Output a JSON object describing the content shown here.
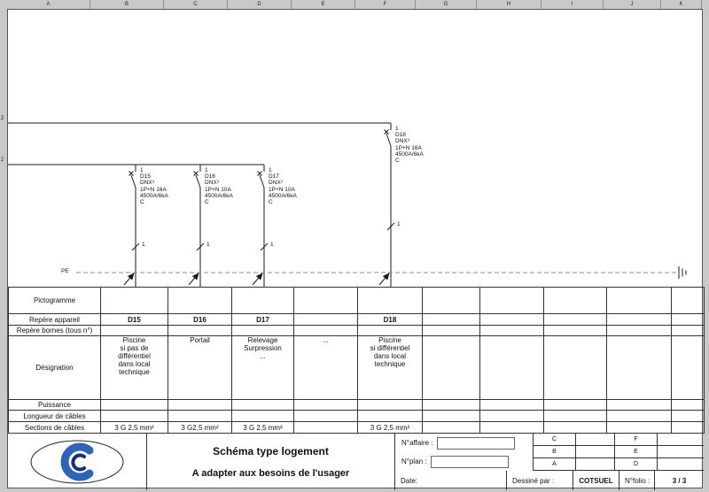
{
  "ruler": {
    "columns": [
      "A",
      "B",
      "C",
      "D",
      "E",
      "F",
      "G",
      "H",
      "I",
      "J",
      "K"
    ]
  },
  "margin": {
    "bus_labels": [
      "2",
      "2"
    ]
  },
  "schematic": {
    "pe_label": "PE",
    "breakers": [
      {
        "pole": "1",
        "id": "D15",
        "model": "DNX³",
        "rating": "1P+N 16A",
        "breaking": "4500A/6kA",
        "curve": "C",
        "wire_mark": "1"
      },
      {
        "pole": "1",
        "id": "D16",
        "model": "DNX³",
        "rating": "1P+N 10A",
        "breaking": "4500A/6kA",
        "curve": "C",
        "wire_mark": "1"
      },
      {
        "pole": "1",
        "id": "D17",
        "model": "DNX³",
        "rating": "1P+N 10A",
        "breaking": "4500A/6kA",
        "curve": "C",
        "wire_mark": "1"
      },
      {
        "pole": "1",
        "id": "D18",
        "model": "DNX³",
        "rating": "1P+N 16A",
        "breaking": "4500A/6kA",
        "curve": "C",
        "wire_mark": "1"
      }
    ]
  },
  "table": {
    "row_labels": [
      "Pictogramme",
      "Repère appareil",
      "Repère bornes (tous n°)",
      "Désignation",
      "Puissance",
      "Longueur de câbles",
      "Sections de câbles"
    ],
    "columns": [
      {
        "repere": "D15",
        "designation": "Piscine\nsi pas de\ndifférentiel\ndans local\ntechnique",
        "section": "3 G 2,5 mm²"
      },
      {
        "repere": "D16",
        "designation": "Portail",
        "section": "3 G2,5 mm²"
      },
      {
        "repere": "D17",
        "designation": "Relevage\nSurpression\n...",
        "section": "3 G 2,5 mm²"
      },
      {
        "repere": "",
        "designation": "...",
        "section": ""
      },
      {
        "repere": "D18",
        "designation": "Piscine\nsi différentiel\ndans local\ntechnique",
        "section": "3 G 2,5 mm²"
      }
    ]
  },
  "titleblock": {
    "title": "Schéma type logement",
    "subtitle": "A adapter aux besoins de l'usager",
    "affaire_label": "N°affaire :",
    "plan_label": "N°plan :",
    "revisions_left": [
      "C",
      "B",
      "A"
    ],
    "revisions_right": [
      "F",
      "E",
      "D"
    ],
    "date_label": "Date:",
    "drawn_label": "Dessiné par :",
    "drawn_value": "COTSUEL",
    "folio_label": "N°folio :",
    "folio_value": "3 / 3"
  }
}
